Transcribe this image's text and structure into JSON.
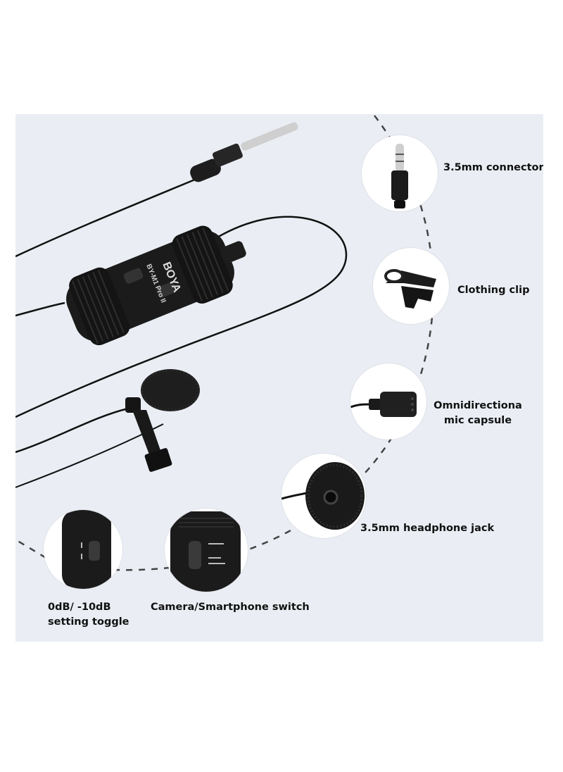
{
  "product": {
    "brand": "BOYA",
    "model": "BY-M1 Pro II"
  },
  "features": {
    "connector": "3.5mm connector",
    "clip": "Clothing clip",
    "capsule_line1": "Omnidirectiona",
    "capsule_line2": "mic capsule",
    "headphone": "3.5mm headphone jack",
    "switch": "Camera/Smartphone switch",
    "toggle_line1": "0dB/ -10dB",
    "toggle_line2": "setting toggle"
  },
  "colors": {
    "background": "#eaeef4",
    "device": "#1a1a1a",
    "metal": "#c9c9c9",
    "dash": "#444444"
  }
}
